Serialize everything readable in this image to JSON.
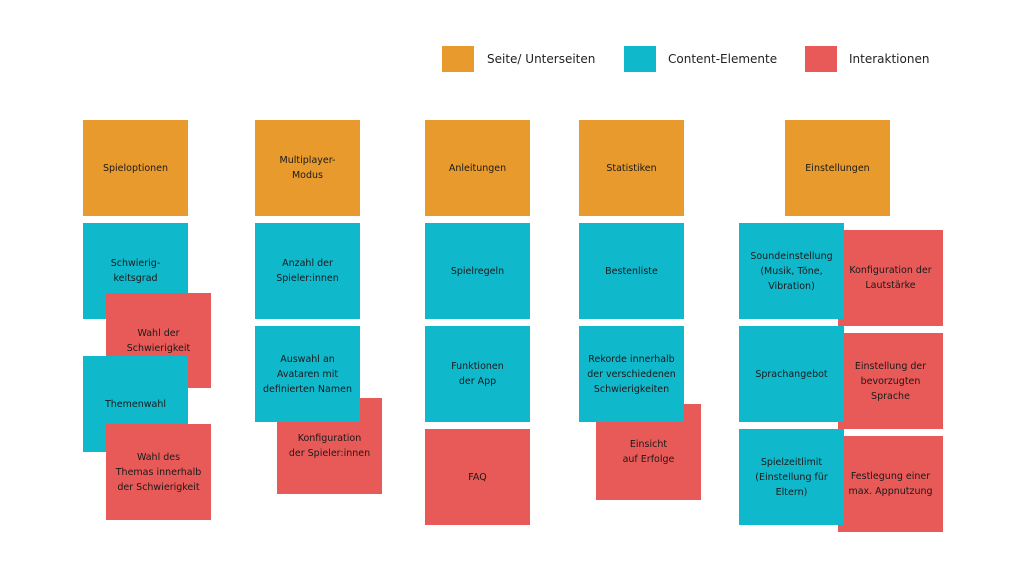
{
  "legend": {
    "page": {
      "label": "Seite/ Unterseiten",
      "color": "#E89A2C"
    },
    "content": {
      "label": "Content-Elemente",
      "color": "#10B8CC"
    },
    "interaction": {
      "label": "Interaktionen",
      "color": "#E85A58"
    }
  },
  "columns": [
    {
      "page": "Spieloptionen",
      "content": [
        "Schwierig-\nkeitsgrad",
        "Themenwahl"
      ],
      "interactions": [
        "Wahl der\nSchwierigkeit",
        "Wahl des\nThemas innerhalb\nder Schwierigkeit"
      ]
    },
    {
      "page": "Multiplayer-\nModus",
      "content": [
        "Anzahl der\nSpieler:innen",
        "Auswahl an\nAvataren mit\ndefinierten Namen"
      ],
      "interactions": [
        "Konfiguration\nder Spieler:innen"
      ]
    },
    {
      "page": "Anleitungen",
      "content": [
        "Spielregeln",
        "Funktionen\nder App"
      ],
      "interactions": [
        "FAQ"
      ]
    },
    {
      "page": "Statistiken",
      "content": [
        "Bestenliste",
        "Rekorde innerhalb\nder verschiedenen\nSchwierigkeiten"
      ],
      "interactions": [
        "Einsicht\nauf Erfolge"
      ]
    },
    {
      "page": "Einstellungen",
      "content": [
        "Soundeinstellung\n(Musik, Töne,\nVibration)",
        "Sprachangebot",
        "Spielzeitlimit\n(Einstellung für\nEltern)"
      ],
      "interactions": [
        "Konfiguration der\nLautstärke",
        "Einstellung der\nbevorzugten\nSprache",
        "Festlegung einer\nmax. Appnutzung"
      ]
    }
  ]
}
